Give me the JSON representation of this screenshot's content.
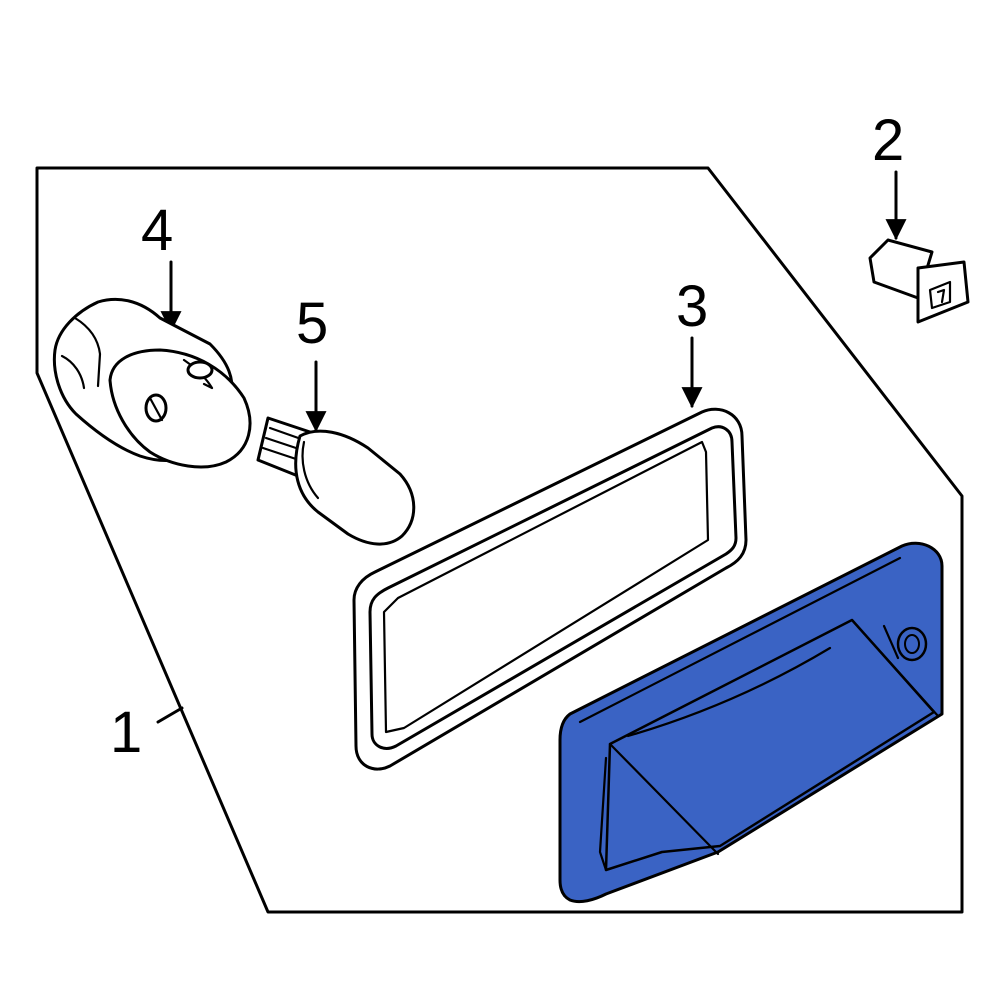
{
  "diagram": {
    "callouts": {
      "part_1": "1",
      "part_2": "2",
      "part_3": "3",
      "part_4": "4",
      "part_5": "5"
    },
    "colors": {
      "highlight_fill": "#3A63C4",
      "line": "#000000",
      "background": "#ffffff"
    }
  }
}
